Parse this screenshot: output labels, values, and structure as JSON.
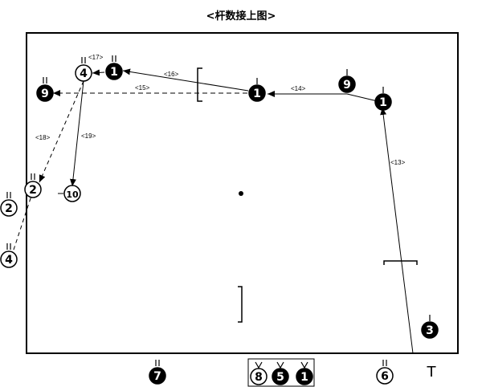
{
  "title": "<杆数接上图>",
  "colors": {
    "ink": "#000000",
    "paper": "#ffffff"
  },
  "balls": [
    {
      "id": "b4_top",
      "number": "4",
      "style": "open"
    },
    {
      "id": "b1_a",
      "number": "1",
      "style": "solid"
    },
    {
      "id": "b9_left",
      "number": "9",
      "style": "solid"
    },
    {
      "id": "b1_mid",
      "number": "1",
      "style": "solid"
    },
    {
      "id": "b9_top",
      "number": "9",
      "style": "solid"
    },
    {
      "id": "b1_right",
      "number": "1",
      "style": "solid"
    },
    {
      "id": "b2_in",
      "number": "2",
      "style": "open"
    },
    {
      "id": "b10",
      "number": "10",
      "style": "open"
    },
    {
      "id": "b2_out",
      "number": "2",
      "style": "open"
    },
    {
      "id": "b4_out",
      "number": "4",
      "style": "open"
    },
    {
      "id": "b3",
      "number": "3",
      "style": "solid"
    },
    {
      "id": "b7",
      "number": "7",
      "style": "solid"
    },
    {
      "id": "b8",
      "number": "8",
      "style": "open"
    },
    {
      "id": "b5",
      "number": "5",
      "style": "solid"
    },
    {
      "id": "b1_bottom",
      "number": "1",
      "style": "solid"
    },
    {
      "id": "b6",
      "number": "6",
      "style": "open"
    }
  ],
  "shots": [
    {
      "id": "s13",
      "label": "<13>",
      "style": "solid"
    },
    {
      "id": "s14",
      "label": "<14>",
      "style": "solid"
    },
    {
      "id": "s15",
      "label": "<15>",
      "style": "dashed"
    },
    {
      "id": "s16",
      "label": "<16>",
      "style": "solid"
    },
    {
      "id": "s17",
      "label": "<17>",
      "style": "solid"
    },
    {
      "id": "s18",
      "label": "<18>",
      "style": "dashed"
    },
    {
      "id": "s19",
      "label": "<19>",
      "style": "solid"
    }
  ],
  "cue_marker": "T"
}
